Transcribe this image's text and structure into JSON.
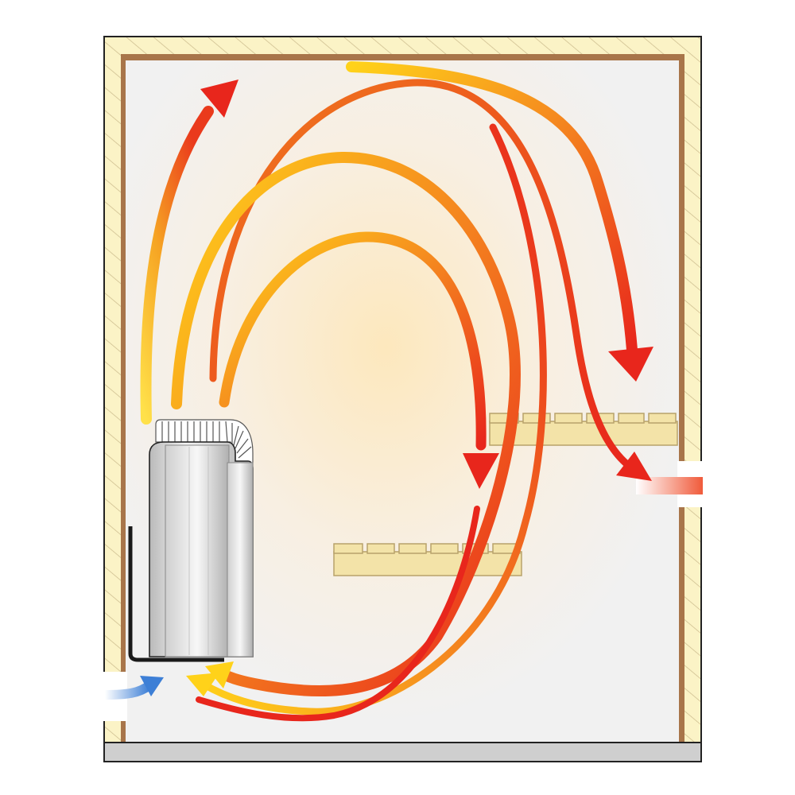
{
  "diagram": {
    "subject": "sauna-heater-convection-airflow",
    "colors": {
      "insulation_fill": "#fbf3c6",
      "insulation_hatch": "#c9b98a",
      "wall_panel": "#a8754a",
      "room_interior": "#f1f1f1",
      "warm_glow": "#fde7b8",
      "floor": "#cfcfcf",
      "bench": "#f3e3a8",
      "bench_edge": "#b8a26a",
      "heater_metal_light": "#eeeeee",
      "heater_metal_dark": "#a7a7a7",
      "stones_line": "#555555",
      "hot_red": "#e8261c",
      "hot_orange": "#f07a1e",
      "warm_yellow": "#ffd21a",
      "cool_blue": "#3d7fd6",
      "outline": "#222222"
    },
    "elements": {
      "heater": "sauna-heater",
      "upper_bench": "upper-bench",
      "lower_bench": "lower-bench",
      "inlet_vent": "fresh-air-inlet",
      "outlet_vent": "exhaust-outlet"
    },
    "airflows": [
      {
        "name": "rising-air-left",
        "temperature": "hot"
      },
      {
        "name": "top-loop-to-right-wall",
        "temperature": "hot"
      },
      {
        "name": "large-loop-to-exhaust",
        "temperature": "hot"
      },
      {
        "name": "middle-loop-return-floor",
        "temperature": "warm"
      },
      {
        "name": "inner-loop-to-upper-bench",
        "temperature": "warm"
      },
      {
        "name": "ceiling-flow-down-right",
        "temperature": "warm"
      },
      {
        "name": "floor-return-to-heater",
        "temperature": "cooled"
      },
      {
        "name": "fresh-air-inlet-flow",
        "temperature": "cold"
      }
    ]
  }
}
